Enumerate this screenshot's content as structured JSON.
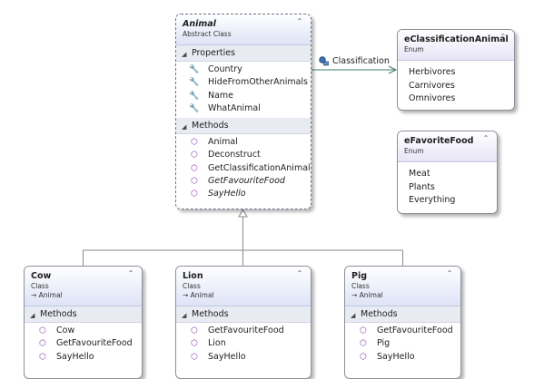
{
  "animal": {
    "name": "Animal",
    "kind": "Abstract Class",
    "properties_label": "Properties",
    "properties": [
      "Country",
      "HideFromOtherAnimals",
      "Name",
      "WhatAnimal"
    ],
    "methods_label": "Methods",
    "methods": [
      {
        "name": "Animal",
        "italic": false
      },
      {
        "name": "Deconstruct",
        "italic": false
      },
      {
        "name": "GetClassificationAnimal",
        "italic": false
      },
      {
        "name": "GetFavouriteFood",
        "italic": true
      },
      {
        "name": "SayHello",
        "italic": true
      }
    ]
  },
  "association": {
    "label": "Classification"
  },
  "enum_classification": {
    "name": "eClassificationAnimal",
    "kind": "Enum",
    "values": [
      "Herbivores",
      "Carnivores",
      "Omnivores"
    ]
  },
  "enum_food": {
    "name": "eFavoriteFood",
    "kind": "Enum",
    "values": [
      "Meat",
      "Plants",
      "Everything"
    ]
  },
  "cow": {
    "name": "Cow",
    "kind": "Class",
    "base": "Animal",
    "methods_label": "Methods",
    "methods": [
      "Cow",
      "GetFavouriteFood",
      "SayHello"
    ]
  },
  "lion": {
    "name": "Lion",
    "kind": "Class",
    "base": "Animal",
    "methods_label": "Methods",
    "methods": [
      "GetFavouriteFood",
      "Lion",
      "SayHello"
    ]
  },
  "pig": {
    "name": "Pig",
    "kind": "Class",
    "base": "Animal",
    "methods_label": "Methods",
    "methods": [
      "GetFavouriteFood",
      "Pig",
      "SayHello"
    ]
  },
  "icons": {
    "property": "wrench-icon",
    "method": "method-cube-icon",
    "inherit": "inheritance-arrow-icon",
    "collapse": "double-chevron-up-icon"
  },
  "colors": {
    "header_gradient": "#dee3f6",
    "section_bg": "#e9ebf3",
    "border": "#8f8f9c",
    "method_icon": "#8b3fb3",
    "assoc_line": "#3f7a6b"
  }
}
